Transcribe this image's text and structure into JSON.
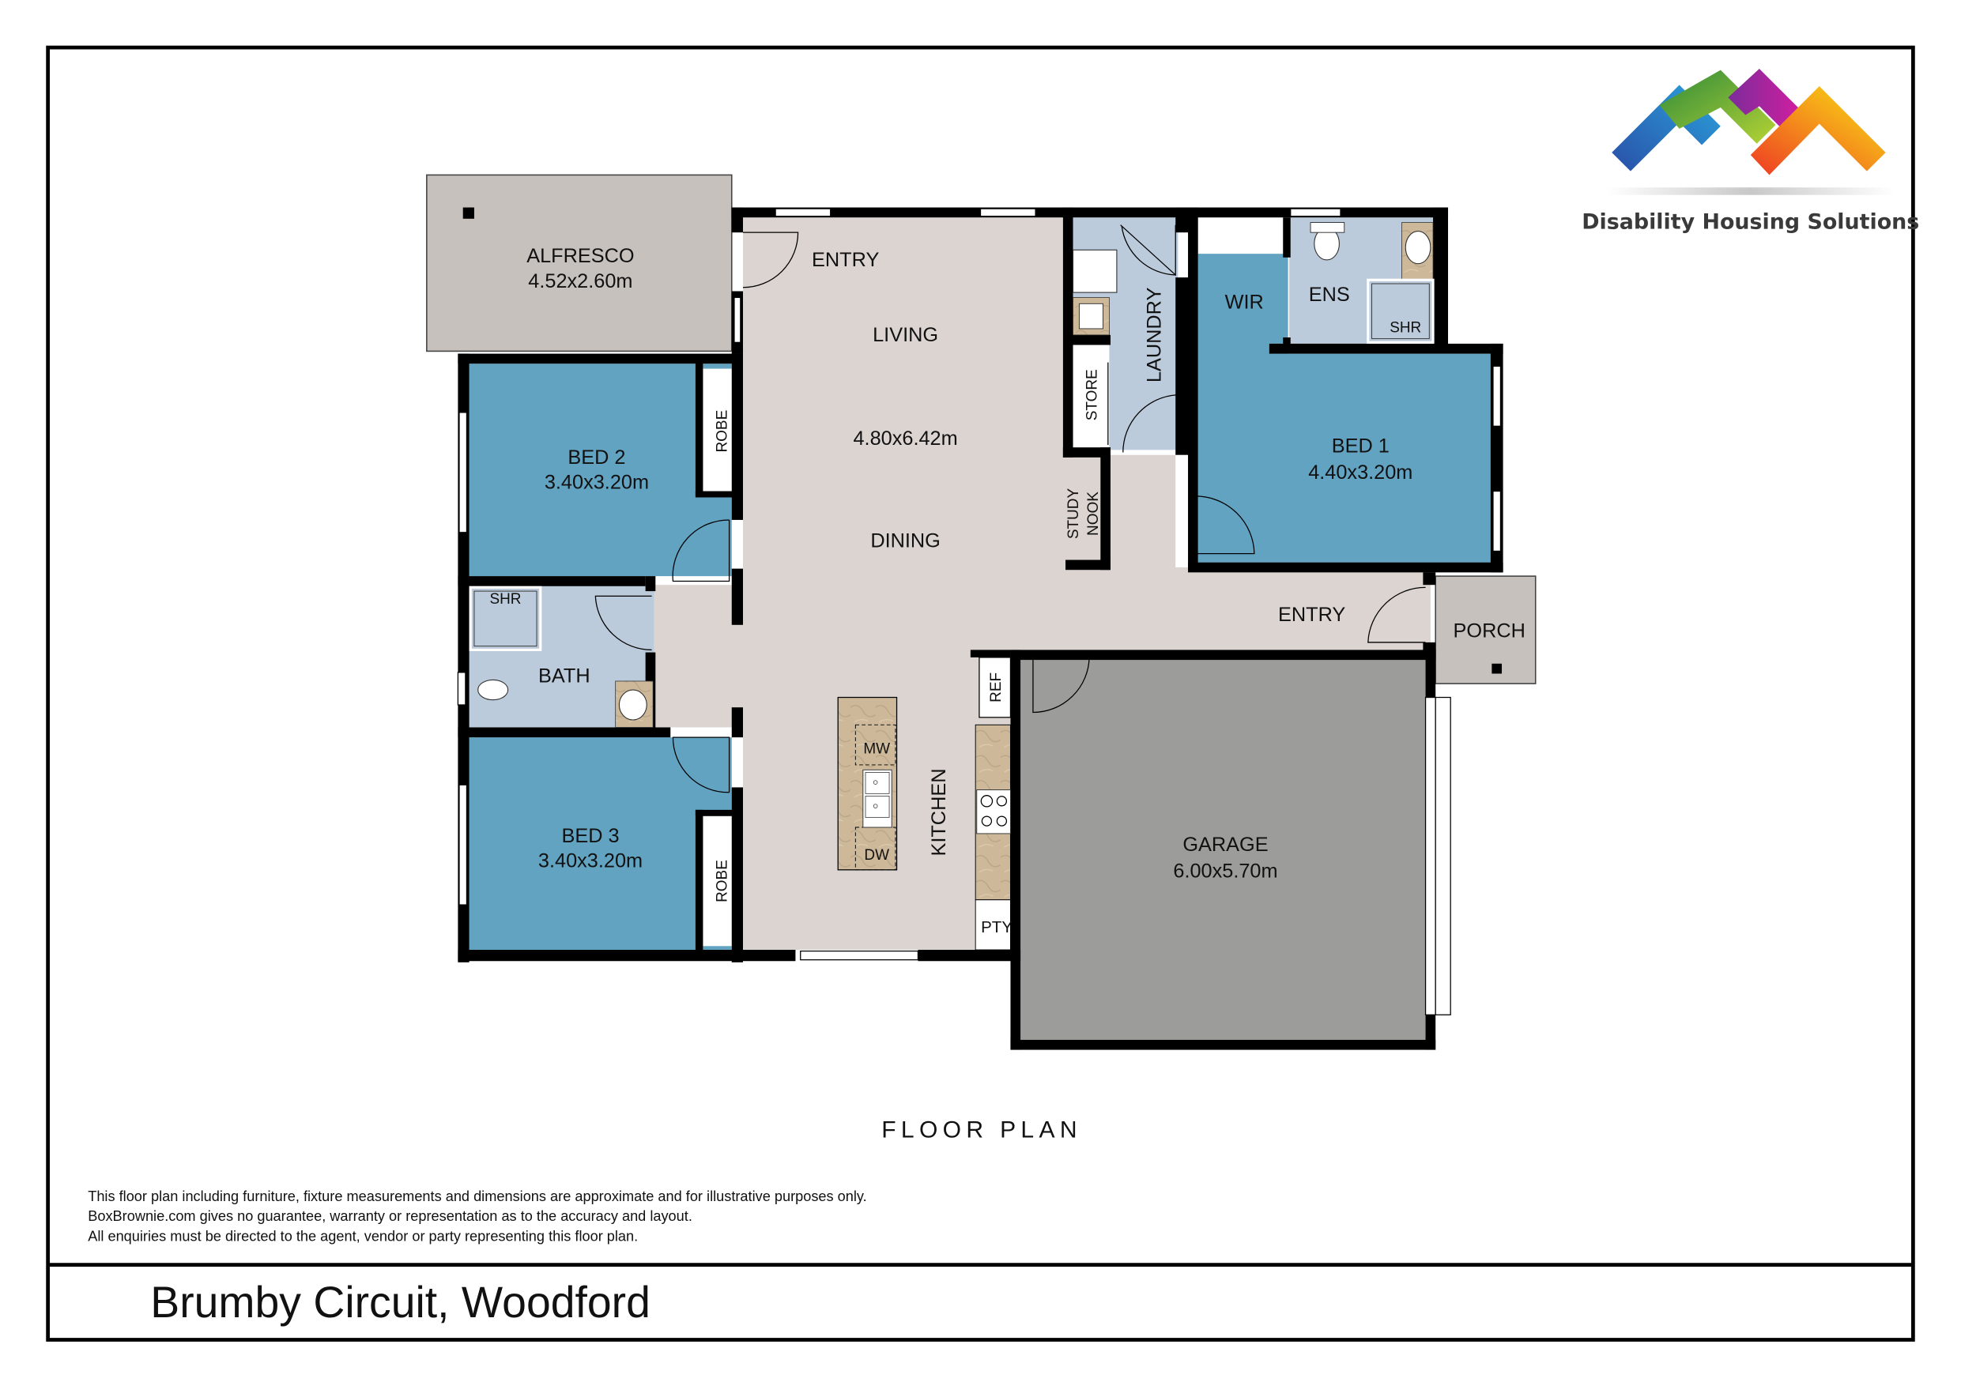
{
  "brand": {
    "company_name": "Disability Housing Solutions",
    "logo_colors": [
      "#2b6cc4",
      "#5aa62e",
      "#9b2aa0",
      "#f05a23",
      "#f7d90f"
    ]
  },
  "plan": {
    "title": "FLOOR PLAN",
    "address": "Brumby Circuit, Woodford",
    "disclaimer": [
      "This floor plan including furniture, fixture measurements and dimensions are approximate and for illustrative purposes only.",
      "BoxBrownie.com gives no guarantee, warranty or representation as to the accuracy and layout.",
      "All enquiries must be directed to the agent, vendor or party representing this floor plan."
    ]
  },
  "rooms": {
    "alfresco": {
      "name": "ALFRESCO",
      "size": "4.52x2.60m"
    },
    "entry_main": {
      "name": "ENTRY"
    },
    "living": {
      "name": "LIVING",
      "size": "4.80x6.42m"
    },
    "dining": {
      "name": "DINING"
    },
    "laundry": {
      "name": "LAUNDRY"
    },
    "store": {
      "name": "STORE"
    },
    "study_nook": {
      "line1": "STUDY",
      "line2": "NOOK"
    },
    "wir": {
      "name": "WIR"
    },
    "ens": {
      "name": "ENS"
    },
    "ens_shower": {
      "name": "SHR"
    },
    "bed1": {
      "name": "BED 1",
      "size": "4.40x3.20m"
    },
    "bed2": {
      "name": "BED 2",
      "size": "3.40x3.20m"
    },
    "bed2_robe": {
      "name": "ROBE"
    },
    "bath": {
      "name": "BATH"
    },
    "bath_shower": {
      "name": "SHR"
    },
    "bed3": {
      "name": "BED 3",
      "size": "3.40x3.20m"
    },
    "bed3_robe": {
      "name": "ROBE"
    },
    "entry_side": {
      "name": "ENTRY"
    },
    "porch": {
      "name": "PORCH"
    },
    "kitchen": {
      "name": "KITCHEN"
    },
    "microwave": {
      "name": "MW"
    },
    "dishwasher": {
      "name": "DW"
    },
    "fridge": {
      "name": "REF"
    },
    "pantry": {
      "name": "PTY"
    },
    "garage": {
      "name": "GARAGE",
      "size": "6.00x5.70m"
    }
  },
  "colors": {
    "bedroom": "#62a3c2",
    "wet_area": "#bccbdb",
    "living": "#dbd4d1",
    "outdoor": "#c6c1bd",
    "garage": "#9c9c9b",
    "bench": "#cdb99a",
    "wall": "#000000"
  }
}
